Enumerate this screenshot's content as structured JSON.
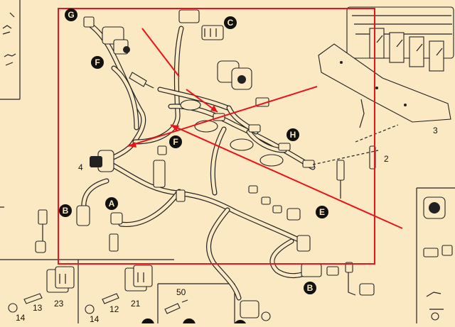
{
  "diagram": {
    "callouts": [
      {
        "id": "G",
        "label": "G"
      },
      {
        "id": "C",
        "label": "C"
      },
      {
        "id": "F1",
        "label": "F"
      },
      {
        "id": "F2",
        "label": "F"
      },
      {
        "id": "H",
        "label": "H"
      },
      {
        "id": "A",
        "label": "A"
      },
      {
        "id": "B1",
        "label": "B"
      },
      {
        "id": "E",
        "label": "E"
      },
      {
        "id": "B2",
        "label": "B"
      }
    ],
    "part_numbers": [
      {
        "id": "p3",
        "label": "3"
      },
      {
        "id": "p2",
        "label": "2"
      },
      {
        "id": "p4",
        "label": "4"
      },
      {
        "id": "p23",
        "label": "23"
      },
      {
        "id": "p21",
        "label": "21"
      },
      {
        "id": "p50",
        "label": "50"
      },
      {
        "id": "p13",
        "label": "13"
      },
      {
        "id": "p14a",
        "label": "14"
      },
      {
        "id": "p12",
        "label": "12"
      },
      {
        "id": "p14b",
        "label": "14"
      }
    ],
    "highlight_color": "#e8141c",
    "background_color": "#fbe9c4"
  }
}
